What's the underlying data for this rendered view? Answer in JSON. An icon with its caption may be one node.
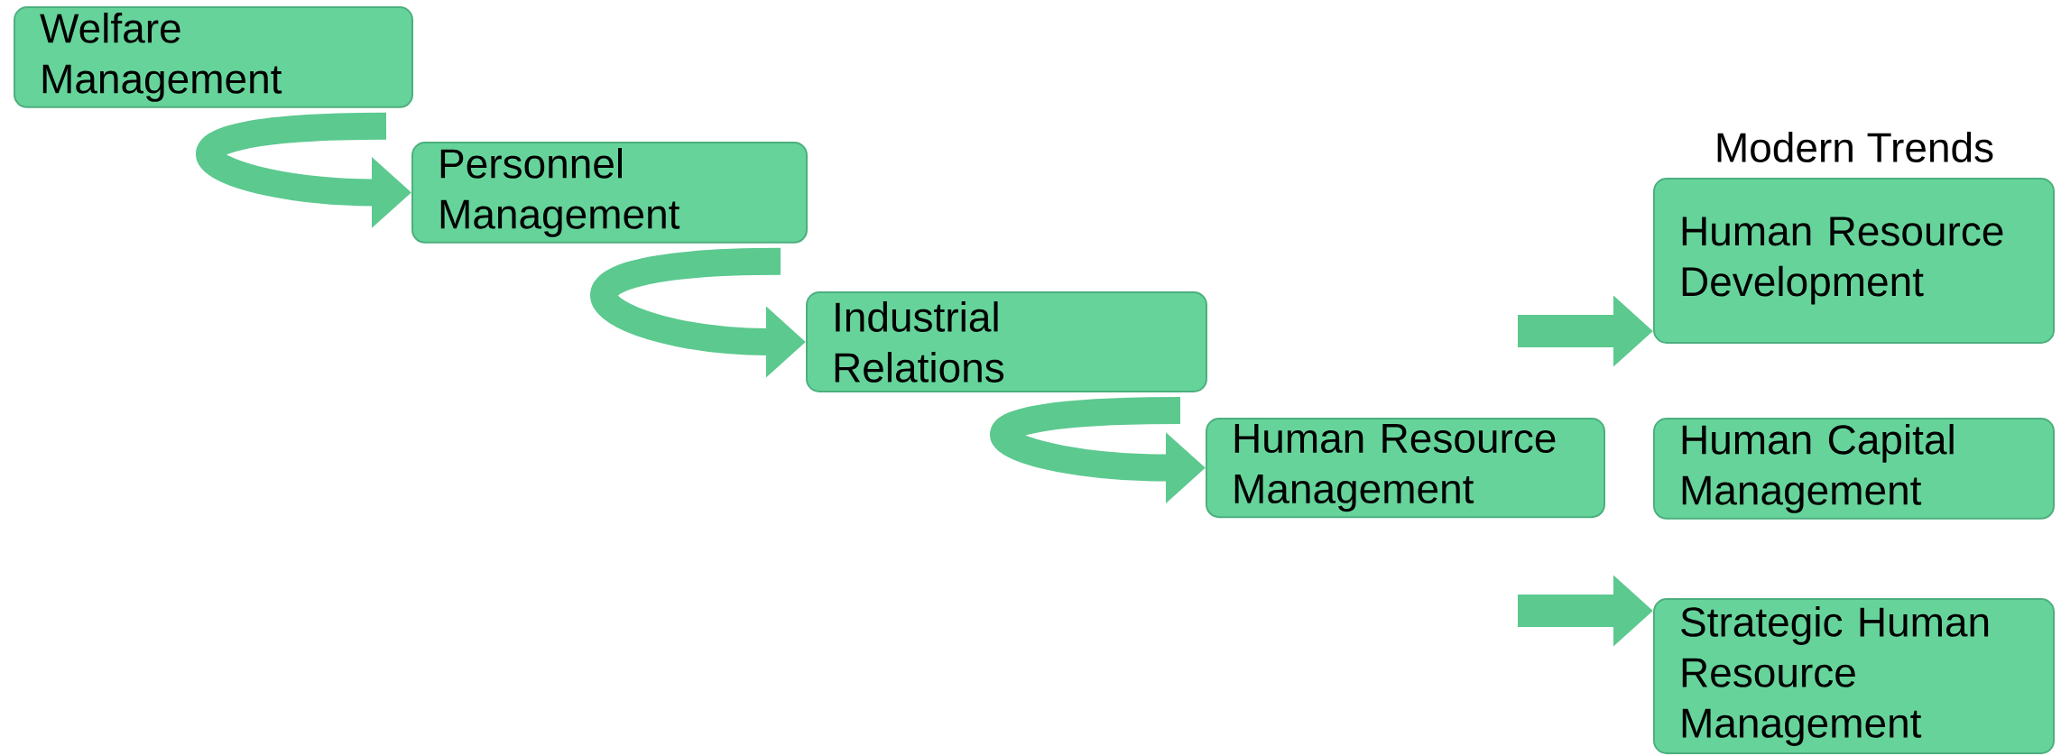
{
  "diagram": {
    "nodes": [
      {
        "text": [
          "Welfare Management"
        ]
      },
      {
        "text": [
          "Personnel Management"
        ]
      },
      {
        "text": [
          "Industrial Relations"
        ]
      },
      {
        "text": [
          "Human Resource Management"
        ]
      },
      {
        "text": [
          "Human Resource Development"
        ]
      },
      {
        "text": [
          "Human Capital Management"
        ]
      },
      {
        "text": [
          "Strategic Human Resource Management"
        ]
      }
    ],
    "edges": [
      {
        "from": 0,
        "to": 1,
        "arrow": "to"
      },
      {
        "from": 1,
        "to": 2,
        "arrow": "to"
      },
      {
        "from": 2,
        "to": 3,
        "arrow": "to"
      },
      {
        "from": null,
        "to": 4,
        "arrow": "to"
      },
      {
        "from": null,
        "to": 6,
        "arrow": "to"
      }
    ],
    "labels": [
      "Modern Trends"
    ]
  }
}
